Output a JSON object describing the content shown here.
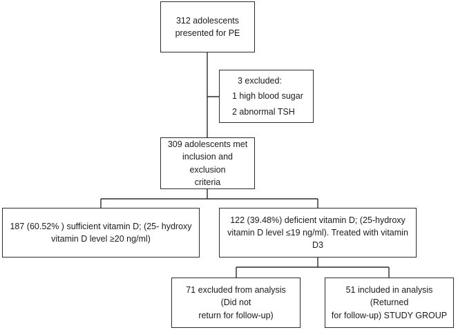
{
  "flowchart": {
    "start": {
      "lines": [
        "312 adolescents",
        "presented for PE"
      ]
    },
    "excluded": {
      "title": "3  excluded:",
      "reasons": [
        "1 high blood sugar",
        "2 abnormal TSH"
      ]
    },
    "met_criteria": {
      "lines": [
        "309 adolescents met",
        "inclusion and exclusion",
        "criteria"
      ]
    },
    "sufficient": {
      "lines": [
        "187 (60.52% ) sufficient vitamin D; (25- hydroxy",
        "vitamin D level ≥20 ng/ml)"
      ]
    },
    "deficient": {
      "lines": [
        "122 (39.48%) deficient vitamin D; (25-hydroxy",
        "vitamin D level ≤19 ng/ml). Treated with vitamin D3"
      ]
    },
    "not_returned": {
      "lines": [
        "71  excluded from analysis (Did not",
        "return for follow-up)"
      ]
    },
    "study_group": {
      "lines": [
        "51 included in analysis (Returned",
        "for follow-up) STUDY  GROUP"
      ]
    }
  }
}
